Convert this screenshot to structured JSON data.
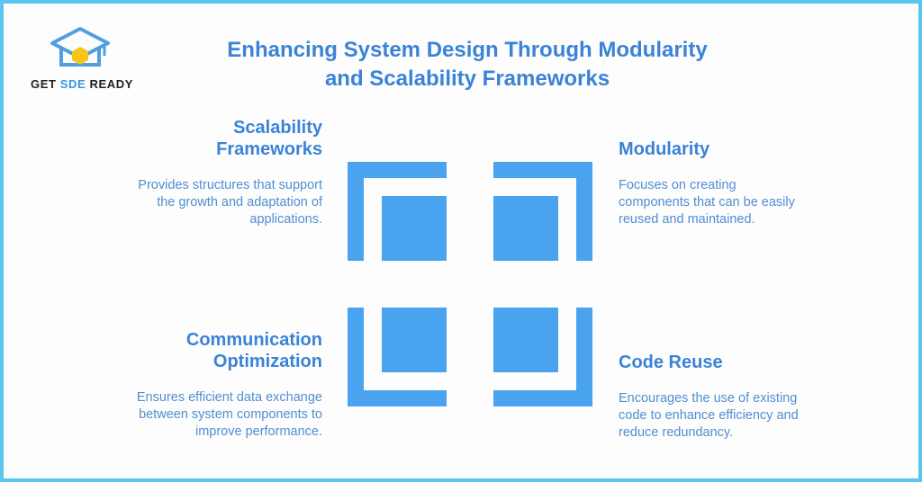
{
  "brand": {
    "name_part1": "GET ",
    "name_part2": "SDE",
    "name_part3": " READY",
    "accent_color": "#3b95dc",
    "icon": "graduation-cap-code-icon"
  },
  "title": {
    "line1": "Enhancing System Design Through Modularity",
    "line2": "and Scalability Frameworks"
  },
  "items": [
    {
      "heading_line1": "Scalability",
      "heading_line2": "Frameworks",
      "desc_line1": "Provides structures that support",
      "desc_line2": "the growth and adaptation of",
      "desc_line3": "applications."
    },
    {
      "heading_line1": "Modularity",
      "desc_line1": "Focuses on creating",
      "desc_line2": "components that can be easily",
      "desc_line3": "reused and maintained."
    },
    {
      "heading_line1": "Communication",
      "heading_line2": "Optimization",
      "desc_line1": "Ensures efficient data exchange",
      "desc_line2": "between system components to",
      "desc_line3": "improve performance."
    },
    {
      "heading_line1": "Code Reuse",
      "desc_line1": "Encourages the use of existing",
      "desc_line2": "code to enhance efficiency and",
      "desc_line3": "reduce redundancy."
    }
  ],
  "colors": {
    "primary": "#3b83d6",
    "shape_fill": "#4aa3ef",
    "border": "#5bc6ec"
  }
}
